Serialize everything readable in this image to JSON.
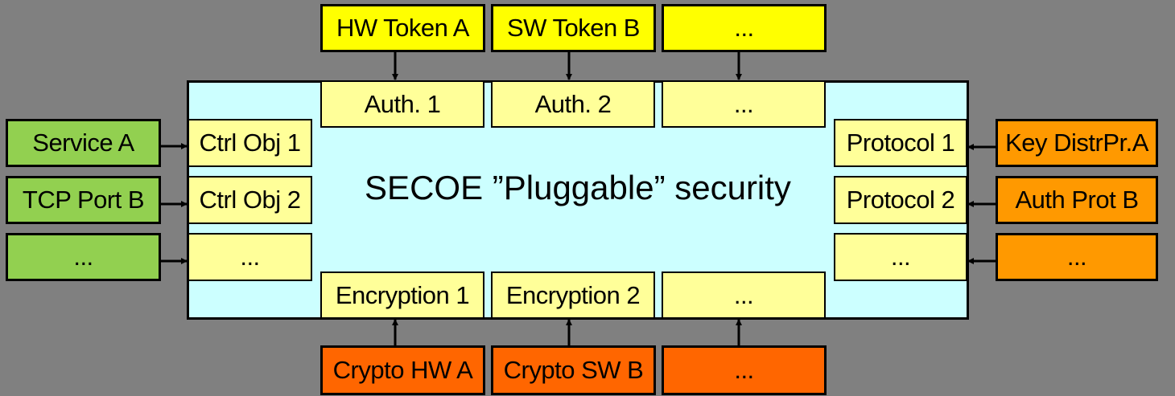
{
  "diagram": {
    "title": "SECOE ”Pluggable” security",
    "colors": {
      "background": "#808080",
      "core": "#ccffff",
      "plugin_slot": "#ffff99",
      "tokens": "#ffff00",
      "services": "#92d050",
      "protocols": "#ff9900",
      "crypto": "#ff6600"
    },
    "top_inputs": [
      "HW Token A",
      "SW Token B",
      "..."
    ],
    "auth_slots": [
      "Auth. 1",
      "Auth. 2",
      "..."
    ],
    "left_inputs": [
      "Service A",
      "TCP Port B",
      "..."
    ],
    "ctrl_slots": [
      "Ctrl Obj 1",
      "Ctrl Obj 2",
      "..."
    ],
    "right_inputs": [
      "Key DistrPr.A",
      "Auth Prot B",
      "..."
    ],
    "protocol_slots": [
      "Protocol 1",
      "Protocol 2",
      "..."
    ],
    "encryption_slots": [
      "Encryption 1",
      "Encryption 2",
      "..."
    ],
    "bottom_inputs": [
      "Crypto HW A",
      "Crypto SW B",
      "..."
    ]
  }
}
